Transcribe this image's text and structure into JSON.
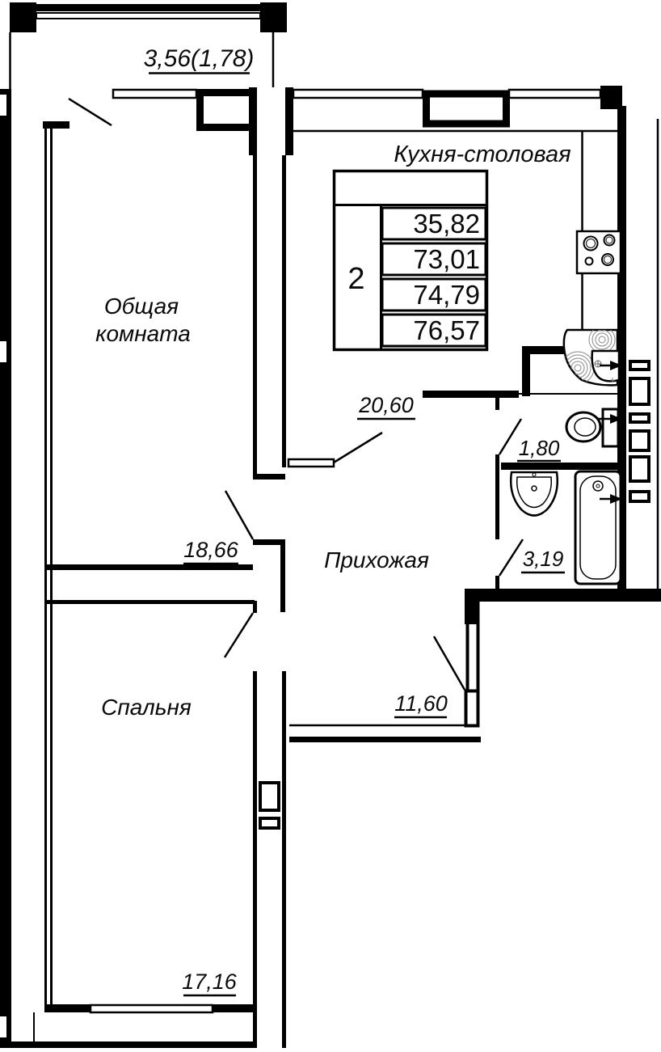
{
  "floor_plan": {
    "balcony_top": {
      "area_label": "3,56(1,78)"
    },
    "rooms": {
      "kitchen_dining": {
        "name": "Кухня-столовая",
        "area": "20,60"
      },
      "living_room": {
        "name_line1": "Общая",
        "name_line2": "комната",
        "area": "18,66"
      },
      "hallway": {
        "name": "Прихожая",
        "area": "11,60"
      },
      "wc": {
        "area": "1,80"
      },
      "bathroom": {
        "area": "3,19"
      },
      "bedroom": {
        "name": "Спальня",
        "area": "17,16"
      }
    },
    "info_table": {
      "rooms_count": "2",
      "areas": [
        "35,82",
        "73,01",
        "74,79",
        "76,57"
      ]
    },
    "colors": {
      "line": "#000000",
      "background": "#ffffff"
    }
  }
}
